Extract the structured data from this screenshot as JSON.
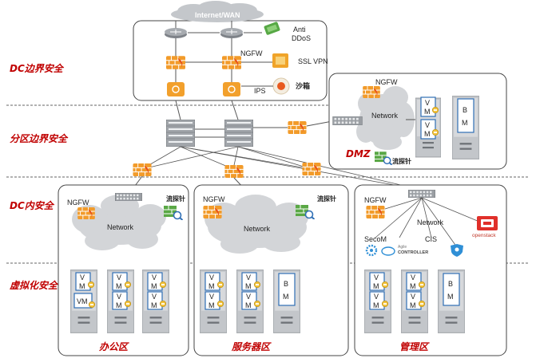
{
  "layers": [
    "DC边界安全",
    "分区边界安全",
    "DC内安全",
    "虚拟化安全"
  ],
  "top": {
    "internet": "Internet/WAN",
    "anti_ddos": [
      "Anti",
      "DDoS"
    ],
    "ngfw": "NGFW",
    "ssl_vpn": "SSL VPN",
    "ips": "IPS",
    "sandbox": "沙箱"
  },
  "dmz": {
    "label": "DMZ",
    "ngfw": "NGFW",
    "network": "Network",
    "flow_probe": "流探针"
  },
  "office": {
    "label": "办公区",
    "ngfw": "NGFW",
    "network": "Network",
    "flow_probe": "流探针"
  },
  "server": {
    "label": "服务器区",
    "ngfw": "NGFW",
    "network": "Network",
    "flow_probe": "流探针"
  },
  "mgmt": {
    "label": "管理区",
    "ngfw": "NGFW",
    "network": "Network",
    "secom": "SecoM",
    "cis": "CIS",
    "agile": "Agile",
    "controller": "CONTROLLER",
    "openstack": "openstack"
  },
  "letters": {
    "v": "V",
    "m": "M",
    "vm": "VM",
    "b": "B"
  },
  "colors": {
    "firewall": "#f29b2a",
    "accent_red": "#c00000",
    "probe_green": "#4a9a3a",
    "server_grey": "#b9bcc0",
    "blade_blue": "#2f6fb5"
  }
}
